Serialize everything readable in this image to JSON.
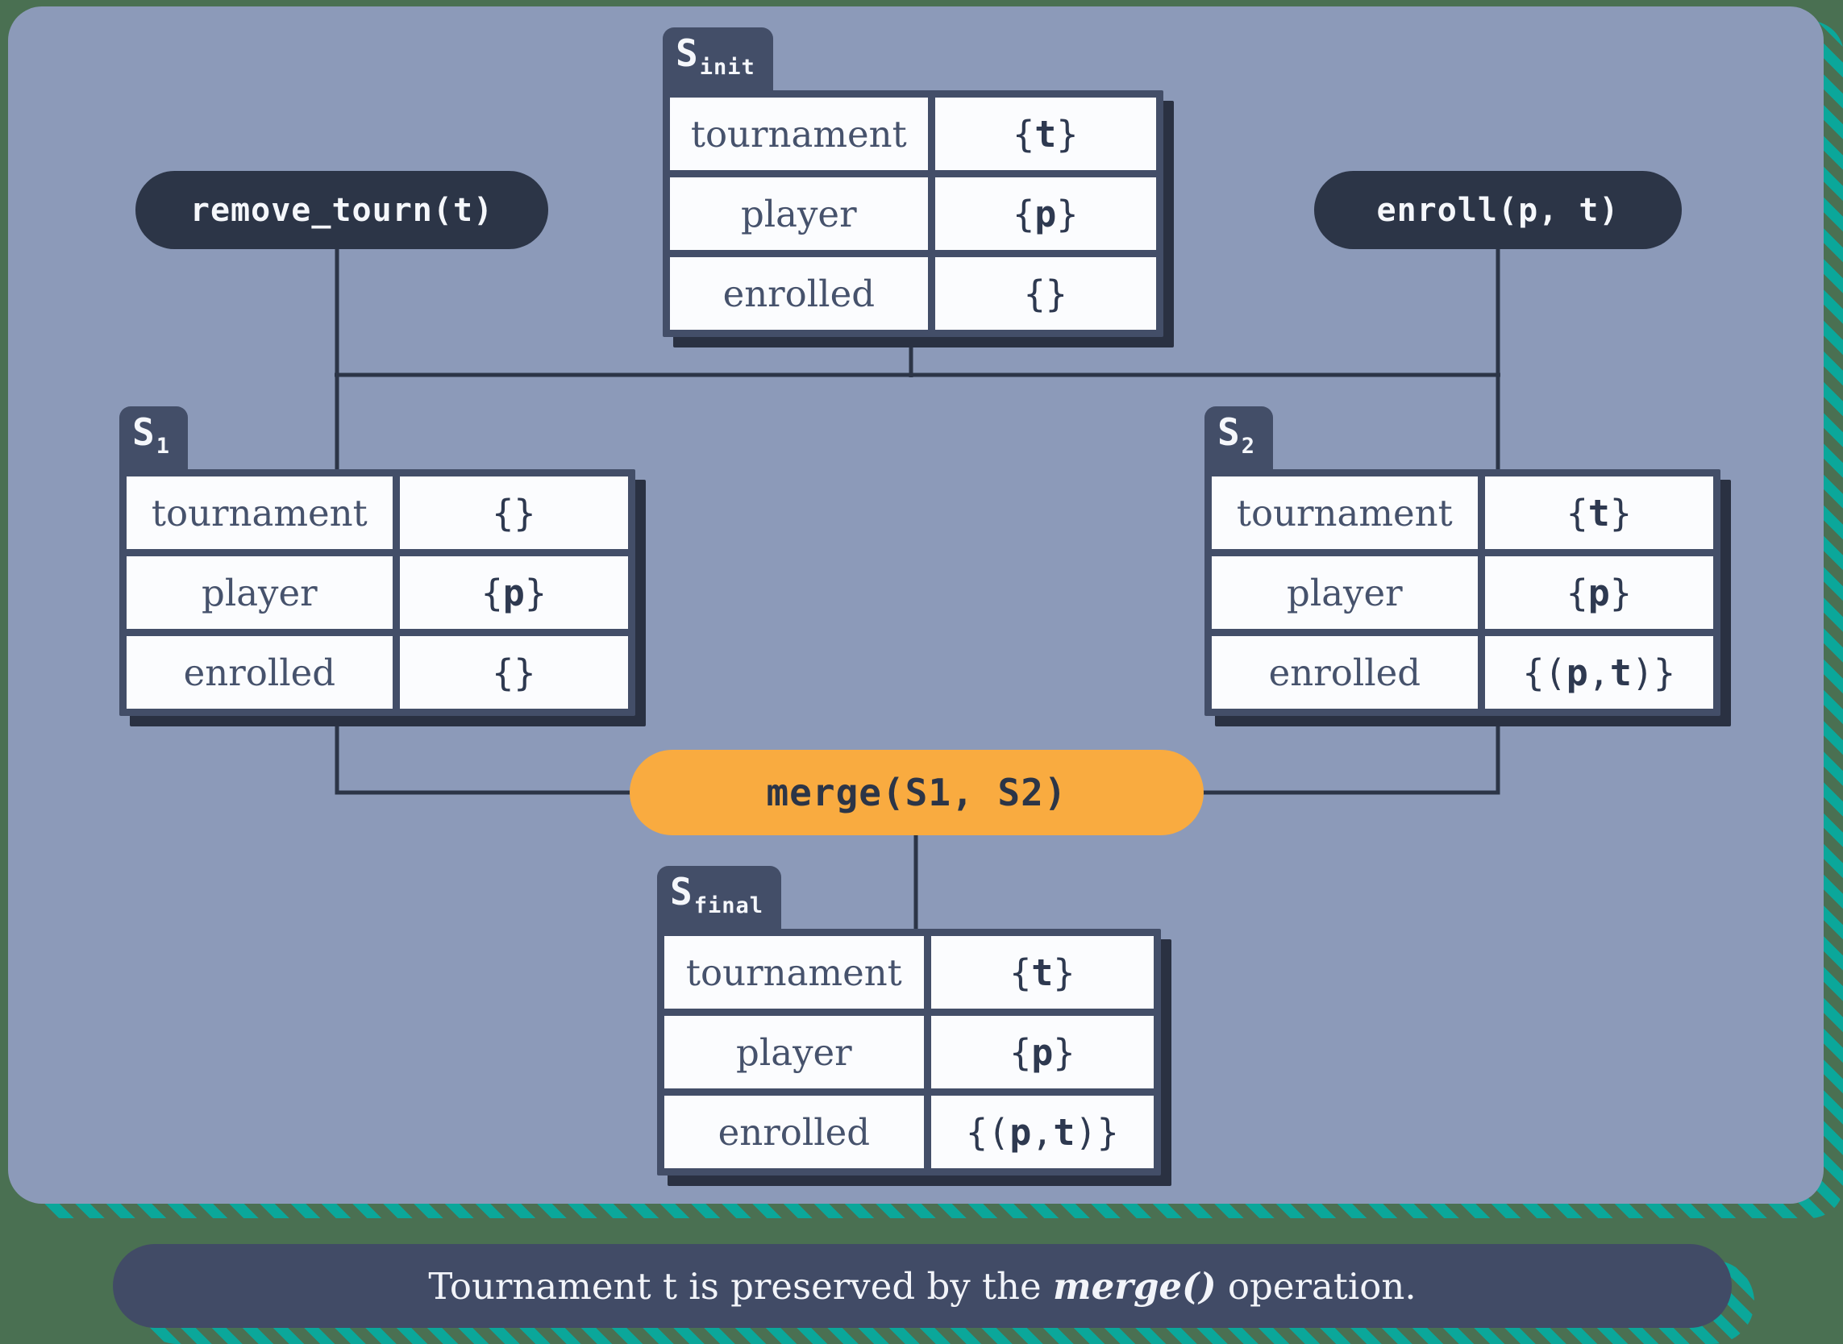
{
  "palette": {
    "background_green": "#4a7052",
    "stripe_teal": "#0ba79a",
    "panel_blue": "#8c9ab9",
    "ink_navy": "#2c3547",
    "table_border_navy": "#434e68",
    "table_shadow": "#2a3142",
    "cell_white": "#fbfcfe",
    "label_text": "#46526c",
    "accent_orange": "#f9ab40",
    "caption_bg": "#414b66"
  },
  "operations": {
    "remove": "remove_tourn(t)",
    "enroll": "enroll(p, t)",
    "merge": "merge(S1, S2)"
  },
  "tables": {
    "s_init": {
      "name": {
        "base": "S",
        "sub": "init"
      },
      "rows": [
        {
          "label": "tournament",
          "value": "{t}"
        },
        {
          "label": "player",
          "value": "{p}"
        },
        {
          "label": "enrolled",
          "value": "{}"
        }
      ]
    },
    "s1": {
      "name": {
        "base": "S",
        "sub": "1"
      },
      "rows": [
        {
          "label": "tournament",
          "value": "{}"
        },
        {
          "label": "player",
          "value": "{p}"
        },
        {
          "label": "enrolled",
          "value": "{}"
        }
      ]
    },
    "s2": {
      "name": {
        "base": "S",
        "sub": "2"
      },
      "rows": [
        {
          "label": "tournament",
          "value": "{t}"
        },
        {
          "label": "player",
          "value": "{p}"
        },
        {
          "label": "enrolled",
          "value": "{(p, t)}"
        }
      ]
    },
    "s_final": {
      "name": {
        "base": "S",
        "sub": "final"
      },
      "rows": [
        {
          "label": "tournament",
          "value": "{t}"
        },
        {
          "label": "player",
          "value": "{p}"
        },
        {
          "label": "enrolled",
          "value": "{(p, t)}"
        }
      ]
    }
  },
  "caption": {
    "pre": "Tournament t is preserved by the ",
    "emphasis": "merge()",
    "post": " operation."
  }
}
